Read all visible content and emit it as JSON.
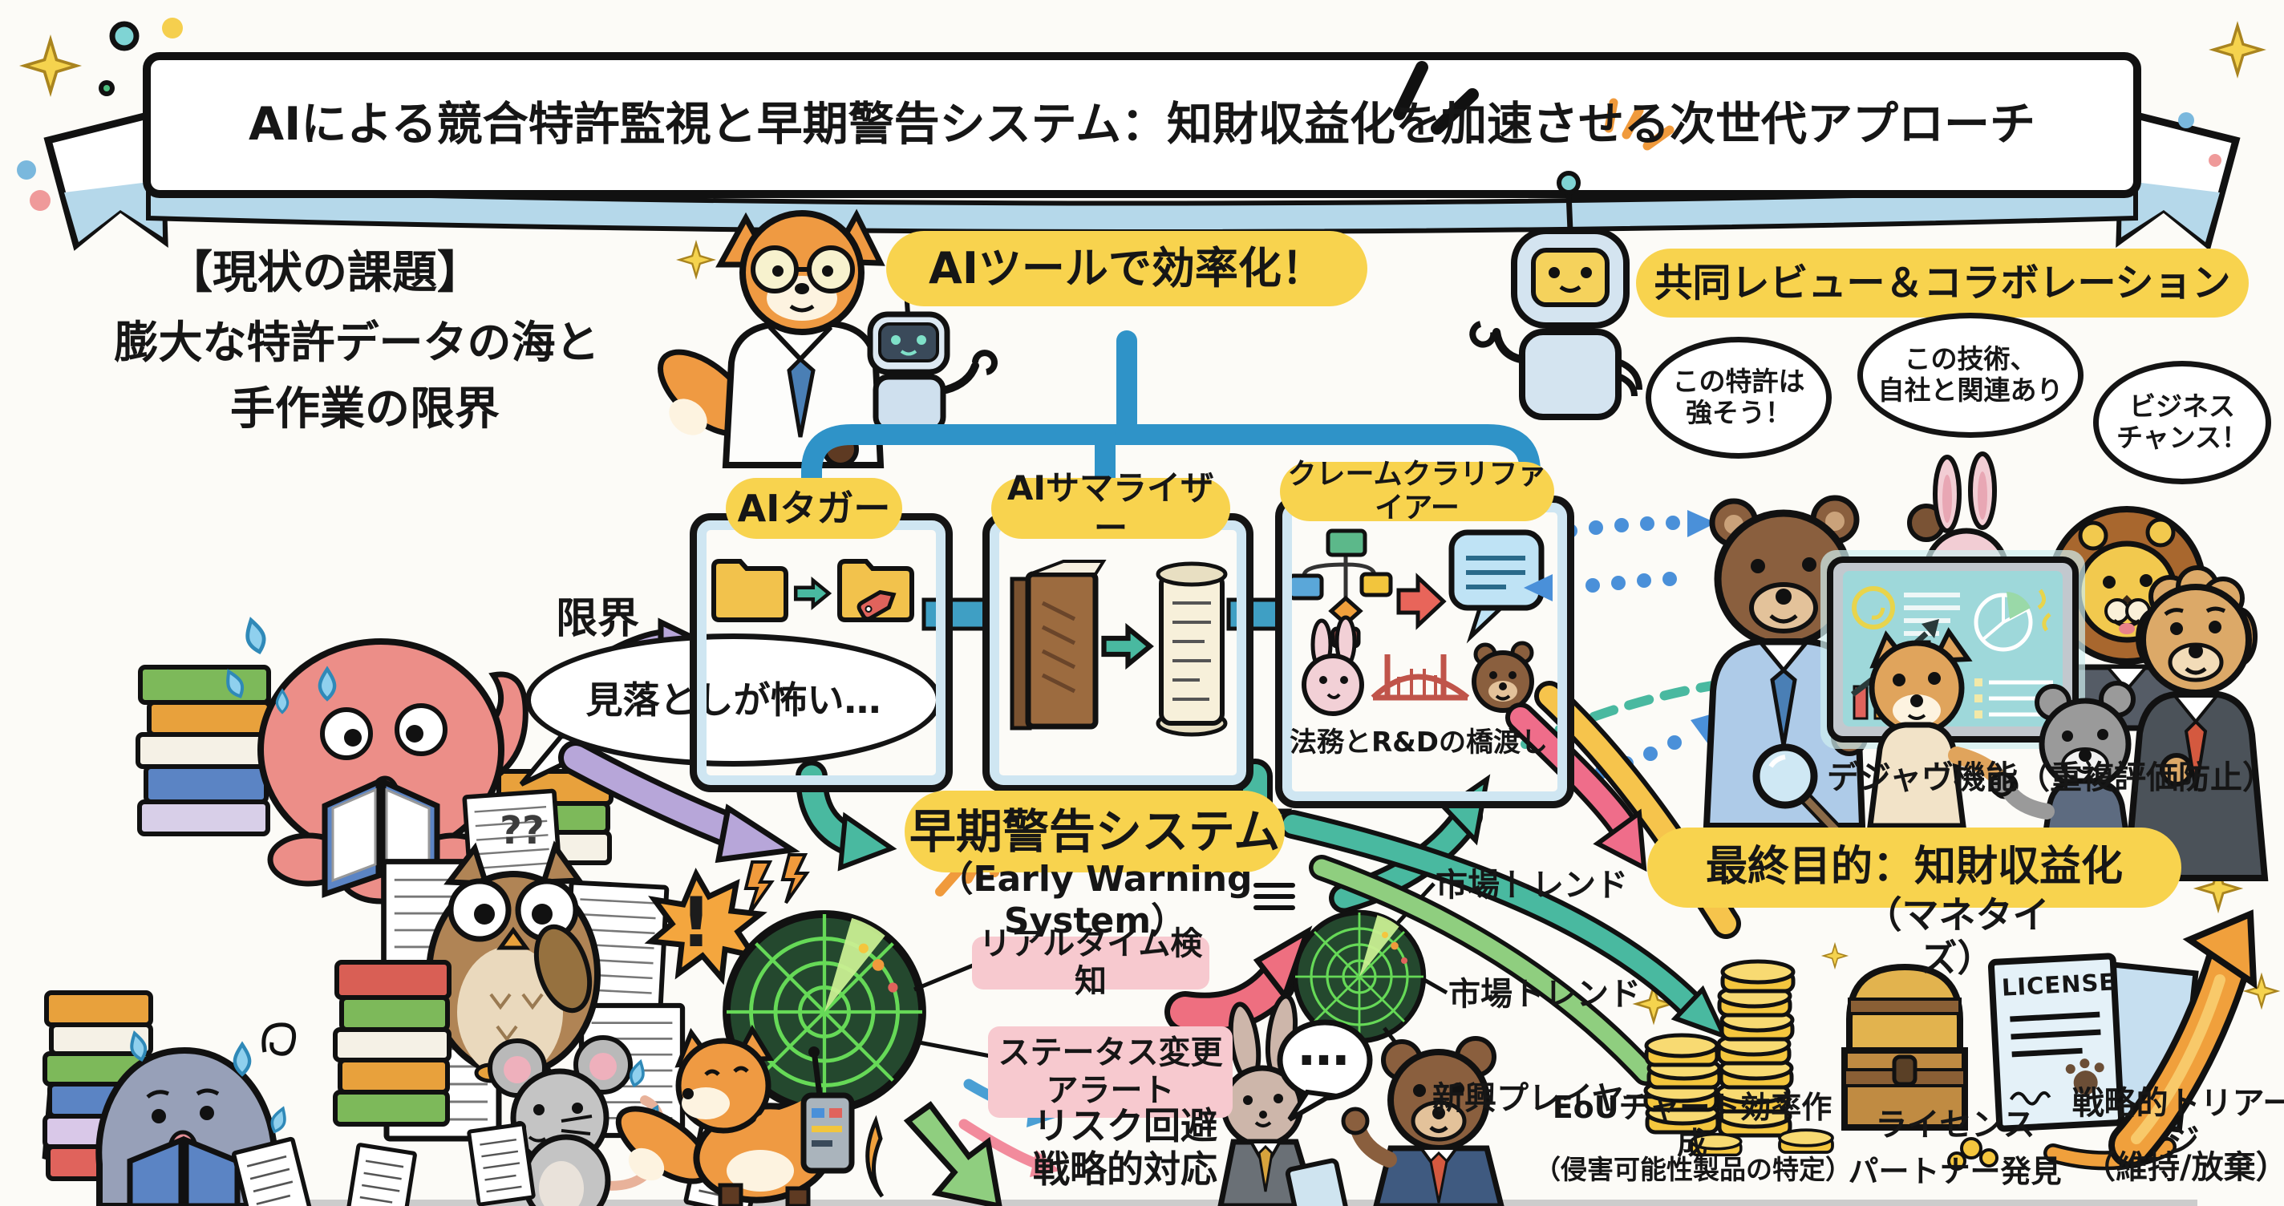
{
  "banner": {
    "title": "AIによる競合特許監視と早期警告システム：知財収益化を加速させる次世代アプローチ"
  },
  "problem": {
    "heading1": "【現状の課題】",
    "heading2": "膨大な特許データの海と",
    "heading3": "手作業の限界",
    "octopus_bubble": "見落としが怖い…",
    "owl_marks": "??",
    "limit_label": "限界"
  },
  "ai_tools": {
    "heading": "AIツールで効率化！",
    "box1_title": "AIタガー",
    "box2_title": "AIサマライザー",
    "box3_title": "クレームクラリファイアー",
    "box3_caption": "法務とR&Dの橋渡し"
  },
  "early_warning": {
    "heading": "早期警告システム",
    "subheading": "（Early Warning System）",
    "label_realtime": "リアルタイム検知",
    "label_status": "ステータス変更\nアラート",
    "alert_mark": "!",
    "radar_labels": [
      "市場トレンド",
      "市場トレンド",
      "新興プレイヤー"
    ],
    "outcome": "リスク回避\n戦略的対応",
    "chat_dots": "…"
  },
  "collaboration": {
    "heading": "共同レビュー＆コラボレーション",
    "bubble1": "この特許は\n強そう！",
    "bubble2": "この技術、\n自社と関連あり",
    "bubble3": "ビジネス\nチャンス！",
    "dejavu": "デジャヴ機能（重複評価防止）"
  },
  "monetization": {
    "heading": "最終目的：知財収益化",
    "subheading": "（マネタイズ）",
    "license_label": "LICENSE",
    "item1_line1": "EoUチャート効率作成",
    "item1_line2": "（侵害可能性製品の特定）",
    "item2_line1": "ライセンス",
    "item2_line2": "パートナー発見",
    "item3_line1": "戦略的トリアージ",
    "item3_line2": "（維持/放棄）"
  },
  "colors": {
    "highlight_yellow": "#f8d34e",
    "connector_blue": "#2f93c8",
    "teal_arrow": "#49b9a0",
    "purple_arrow": "#b7a6d9",
    "pink_label": "#f7c9cf",
    "red_arrow": "#ee6f80",
    "radar_green_dark": "#24482e",
    "radar_green_line": "#66d957",
    "dotted_blue": "#4a90d9",
    "gold": "#f4c63e",
    "orange_arrow": "#f0a03c",
    "ribbon_blue": "#b5d8ea"
  }
}
